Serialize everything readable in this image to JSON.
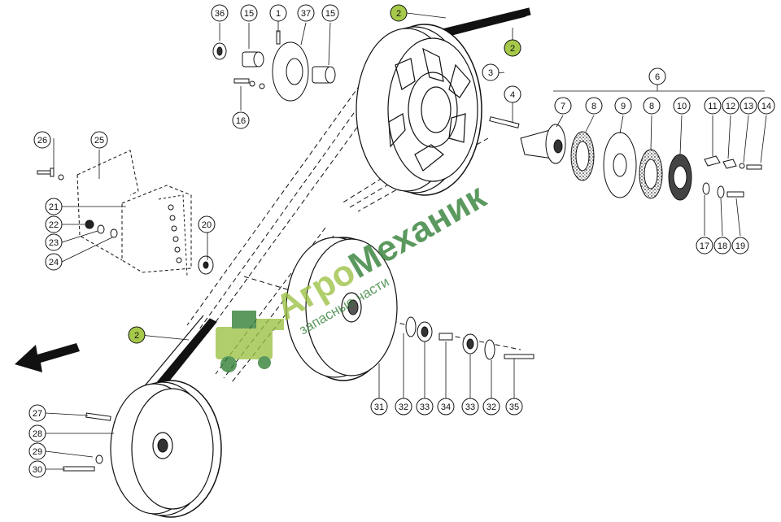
{
  "watermark": {
    "brand_prefix": "Агро",
    "brand_suffix": "Механик",
    "subtitle": "запасные части",
    "color": "#2e7d32"
  },
  "colors": {
    "highlight_callout": "#a6c94a",
    "line": "#111111"
  },
  "callouts": [
    "1",
    "2",
    "2",
    "2",
    "3",
    "4",
    "6",
    "7",
    "8",
    "8",
    "9",
    "10",
    "11",
    "12",
    "13",
    "14",
    "15",
    "15",
    "16",
    "17",
    "18",
    "19",
    "20",
    "21",
    "22",
    "23",
    "24",
    "25",
    "26",
    "27",
    "28",
    "29",
    "30",
    "31",
    "32",
    "32",
    "33",
    "33",
    "34",
    "35",
    "36",
    "37"
  ],
  "highlighted_callout": "2"
}
